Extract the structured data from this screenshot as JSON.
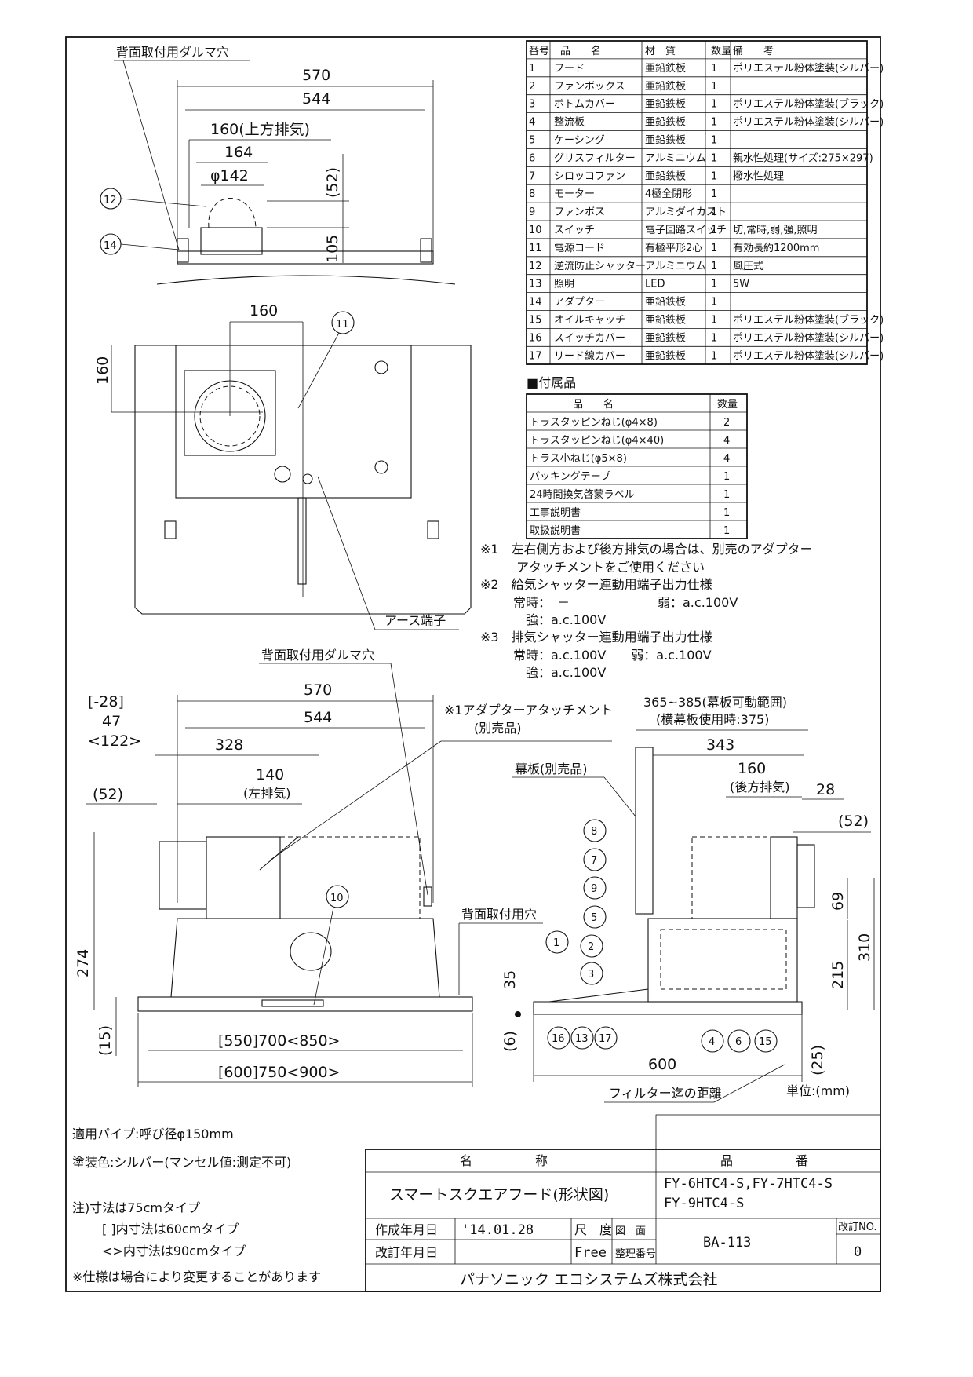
{
  "parts_table": {
    "headers": [
      "番号",
      "品　　名",
      "材　質",
      "数量",
      "備　　考"
    ],
    "rows": [
      [
        "1",
        "フード",
        "亜鉛鉄板",
        "1",
        "ポリエステル粉体塗装(シルバー)"
      ],
      [
        "2",
        "ファンボックス",
        "亜鉛鉄板",
        "1",
        ""
      ],
      [
        "3",
        "ボトムカバー",
        "亜鉛鉄板",
        "1",
        "ポリエステル粉体塗装(ブラック)"
      ],
      [
        "4",
        "整流板",
        "亜鉛鉄板",
        "1",
        "ポリエステル粉体塗装(シルバー)"
      ],
      [
        "5",
        "ケーシング",
        "亜鉛鉄板",
        "1",
        ""
      ],
      [
        "6",
        "グリスフィルター",
        "アルミニウム",
        "1",
        "親水性処理(サイズ:275×297)"
      ],
      [
        "7",
        "シロッコファン",
        "亜鉛鉄板",
        "1",
        "撥水性処理"
      ],
      [
        "8",
        "モーター",
        "4極全閉形",
        "1",
        ""
      ],
      [
        "9",
        "ファンボス",
        "アルミダイカスト",
        "1",
        ""
      ],
      [
        "10",
        "スイッチ",
        "電子回路スイッチ",
        "1",
        "切,常時,弱,強,照明"
      ],
      [
        "11",
        "電源コード",
        "有極平形2心",
        "1",
        "有効長約1200mm"
      ],
      [
        "12",
        "逆流防止シャッター",
        "アルミニウム",
        "1",
        "風圧式"
      ],
      [
        "13",
        "照明",
        "LED",
        "1",
        "5W"
      ],
      [
        "14",
        "アダプター",
        "亜鉛鉄板",
        "1",
        ""
      ],
      [
        "15",
        "オイルキャッチ",
        "亜鉛鉄板",
        "1",
        "ポリエステル粉体塗装(ブラック)"
      ],
      [
        "16",
        "スイッチカバー",
        "亜鉛鉄板",
        "1",
        "ポリエステル粉体塗装(シルバー)"
      ],
      [
        "17",
        "リード線カバー",
        "亜鉛鉄板",
        "1",
        "ポリエステル粉体塗装(シルバー)"
      ]
    ]
  },
  "accessories": {
    "title": "■付属品",
    "headers": [
      "品　　名",
      "数量"
    ],
    "rows": [
      [
        "トラスタッピンねじ(φ4×8)",
        "2"
      ],
      [
        "トラスタッピンねじ(φ4×40)",
        "4"
      ],
      [
        "トラス小ねじ(φ5×8)",
        "4"
      ],
      [
        "パッキングテープ",
        "1"
      ],
      [
        "24時間換気啓蒙ラベル",
        "1"
      ],
      [
        "工事説明書",
        "1"
      ],
      [
        "取扱説明書",
        "1"
      ]
    ]
  },
  "notes_right": [
    "※1　左右側方および後方排気の場合は、別売のアダプター",
    "アタッチメントをご使用ください",
    "※2　給気シャッター連動用端子出力仕様",
    "常時：　－　　　　　　　弱：a.c.100V",
    "強：a.c.100V",
    "※3　排気シャッター連動用端子出力仕様",
    "常時：a.c.100V　　弱：a.c.100V",
    "強：a.c.100V"
  ],
  "top_view": {
    "callout_dharma": "背面取付用ダルマ穴",
    "dim_570": "570",
    "dim_544": "544",
    "dim_160_up": "160(上方排気)",
    "dim_164": "164",
    "dim_phi142": "φ142",
    "dim_52": "(52)",
    "dim_105": "105",
    "bubble_12": "12",
    "bubble_14": "14"
  },
  "plan_view": {
    "dim_160_h": "160",
    "dim_160_v": "160",
    "bubble_11": "11",
    "earth_label": "アース端子"
  },
  "front_view": {
    "callout_dharma": "背面取付用ダルマ穴",
    "dim_570": "570",
    "dim_544": "544",
    "dim_m28": "[-28]",
    "dim_47": "47",
    "dim_122": "<122>",
    "dim_328": "328",
    "dim_140": "140",
    "dim_140_note": "(左排気)",
    "dim_52": "(52)",
    "dim_274": "274",
    "dim_15": "(15)",
    "bubble_10": "10",
    "rear_hole": "背面取付用穴",
    "dim_width_a": "[550]700<850>",
    "dim_width_b": "[600]750<900>",
    "adapter_note": "※1アダプターアタッチメント",
    "adapter_note2": "(別売品)"
  },
  "side_view": {
    "dim_range": "365~385(幕板可動範囲)",
    "dim_range2": "(横幕板使用時:375)",
    "dim_343": "343",
    "dim_160": "160",
    "dim_160_note": "(後方排気)",
    "dim_28": "28",
    "dim_52": "(52)",
    "dim_69": "69",
    "dim_215": "215",
    "dim_310": "310",
    "dim_35": "35",
    "dim_6": "(6)",
    "dim_25": "(25)",
    "dim_600": "600",
    "filter_label": "フィルター迄の距離",
    "panel_label": "幕板(別売品)",
    "bubbles": [
      "8",
      "7",
      "9",
      "5",
      "2",
      "1",
      "3",
      "16",
      "13",
      "17",
      "4",
      "6",
      "15"
    ]
  },
  "unit_label": "単位:(mm)",
  "spec": {
    "pipe": "適用パイプ:呼び径φ150mm",
    "paint": "塗装色:シルバー(マンセル値:測定不可)",
    "note_title": "注)寸法は75cmタイプ",
    "note_60": "[ ]内寸法は60cmタイプ",
    "note_90": "<>内寸法は90cmタイプ",
    "note_change": "※仕様は場合により変更することがあります"
  },
  "title_block": {
    "name_header": "名　　　　　称",
    "number_header": "品　　　　　番",
    "product_name": "スマートスクエアフード(形状図)",
    "model_1": "FY-6HTC4-S,FY-7HTC4-S",
    "model_2": "FY-9HTC4-S",
    "created_label": "作成年月日",
    "created_date": "'14.01.28",
    "revised_label": "改訂年月日",
    "scale_label": "尺　度",
    "scale_value": "Free",
    "drawing_label": "図　面",
    "number_label": "整理番号",
    "drawing_number": "BA-113",
    "revision_label": "改訂NO.",
    "revision_value": "0",
    "company": "パナソニック エコシステムズ株式会社"
  }
}
